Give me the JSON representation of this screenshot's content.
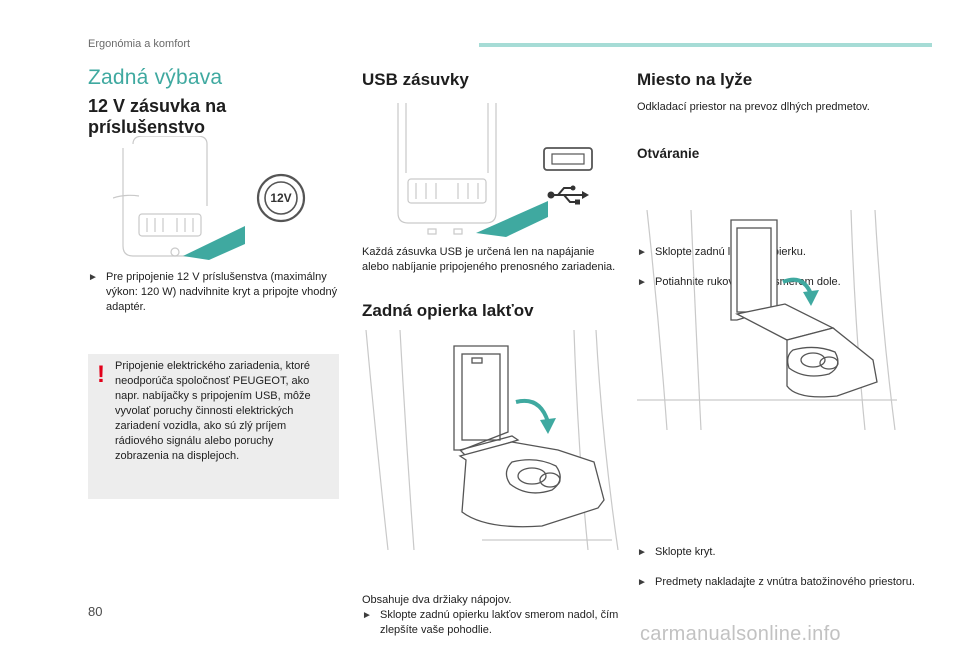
{
  "header": {
    "section": "Ergonómia a komfort"
  },
  "col1": {
    "title": "Zadná výbava",
    "heading": "12 V zásuvka na príslušenstvo",
    "socket_label": "12V",
    "bullet": "Pre pripojenie 12 V príslušenstva (maximálny výkon: 120 W) nadvihnite kryt a pripojte vhodný adaptér.",
    "warning": "Pripojenie elektrického zariadenia, ktoré neodporúča spoločnosť PEUGEOT, ako napr. nabíjačky s pripojením USB, môže vyvolať poruchy činnosti elektrických zariadení vozidla, ako sú zlý príjem rádiového signálu alebo poruchy zobrazenia na displejoch."
  },
  "col2": {
    "heading_usb": "USB zásuvky",
    "usb_text": "Každá zásuvka USB je určená len na napájanie alebo nabíjanie pripojeného prenosného zariadenia.",
    "heading_armrest": "Zadná opierka lakťov",
    "armrest_bullet": "Sklopte zadnú opierku lakťov smerom nadol, čím zlepšíte vaše pohodlie.",
    "armrest_note": "Obsahuje dva držiaky nápojov."
  },
  "col3": {
    "heading": "Miesto na lyže",
    "intro": "Odkladací priestor na prevoz dlhých predmetov.",
    "subheading": "Otváranie",
    "bullets_open": [
      "Sklopte zadnú lakťovú opierku.",
      "Potiahnite rukoväť krytu smerom dole."
    ],
    "bullets_after": [
      "Sklopte kryt.",
      "Predmety nakladajte z vnútra batožinového priestoru."
    ]
  },
  "footer": {
    "page_number": "80",
    "watermark": "carmanualsonline.info"
  },
  "colors": {
    "accent": "#3fa9a0",
    "warning": "#e2001a",
    "box": "#ededed"
  },
  "icons": {
    "bullet": "triangle-right-bullet",
    "warning": "exclamation-icon",
    "usb": "usb-icon"
  }
}
